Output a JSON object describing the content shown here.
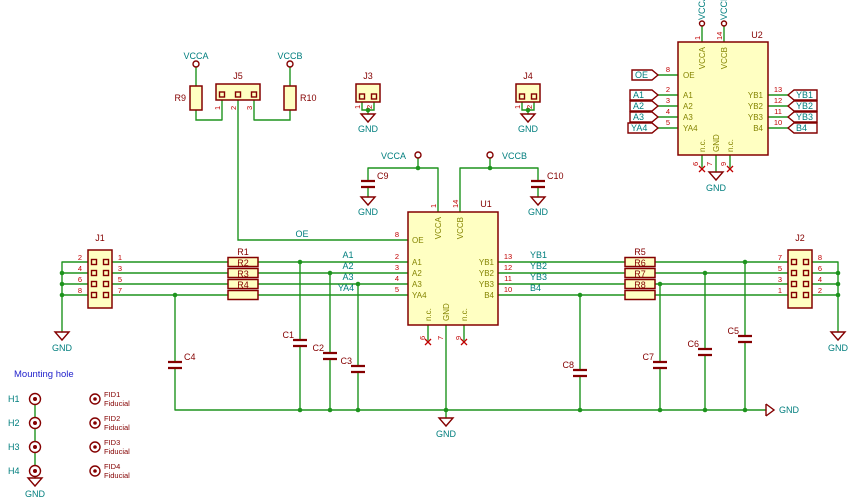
{
  "misc": {
    "mounting_title": "Mounting hole",
    "fiducial": "Fiducial"
  },
  "power": {
    "vcca": "VCCA",
    "vccb": "VCCB",
    "gnd": "GND"
  },
  "nets": {
    "oe": "OE",
    "a1": "A1",
    "a2": "A2",
    "a3": "A3",
    "ya4": "YA4",
    "yb1": "YB1",
    "yb2": "YB2",
    "yb3": "YB3",
    "b4": "B4"
  },
  "pin_names": {
    "vcca": "VCCA",
    "vccb": "VCCB",
    "oe": "OE",
    "a1": "A1",
    "a2": "A2",
    "a3": "A3",
    "ya4": "YA4",
    "yb1": "YB1",
    "yb2": "YB2",
    "yb3": "YB3",
    "b4": "B4",
    "nc": "n.c.",
    "gnd": "GND"
  },
  "pins": {
    "n1": "1",
    "n2": "2",
    "n3": "3",
    "n4": "4",
    "n5": "5",
    "n6": "6",
    "n7": "7",
    "n8": "8",
    "n9": "9",
    "n10": "10",
    "n11": "11",
    "n12": "12",
    "n13": "13",
    "n14": "14"
  },
  "refs": {
    "u1": "U1",
    "u2": "U2",
    "j1": "J1",
    "j2": "J2",
    "j3": "J3",
    "j4": "J4",
    "j5": "J5",
    "r1": "R1",
    "r2": "R2",
    "r3": "R3",
    "r4": "R4",
    "r5": "R5",
    "r6": "R6",
    "r7": "R7",
    "r8": "R8",
    "r9": "R9",
    "r10": "R10",
    "c1": "C1",
    "c2": "C2",
    "c3": "C3",
    "c4": "C4",
    "c5": "C5",
    "c6": "C6",
    "c7": "C7",
    "c8": "C8",
    "c9": "C9",
    "c10": "C10",
    "h1": "H1",
    "h2": "H2",
    "h3": "H3",
    "h4": "H4",
    "fid1": "FID1",
    "fid2": "FID2",
    "fid3": "FID3",
    "fid4": "FID4"
  },
  "colors": {
    "wire": "#1e941e",
    "symbol_outline": "#840000",
    "symbol_fill": "#ffffc2",
    "net_label": "#007e7e",
    "pin_number": "#c00000",
    "pin_name": "#848400",
    "title_text": "#2222cc",
    "background": "#ffffff"
  }
}
